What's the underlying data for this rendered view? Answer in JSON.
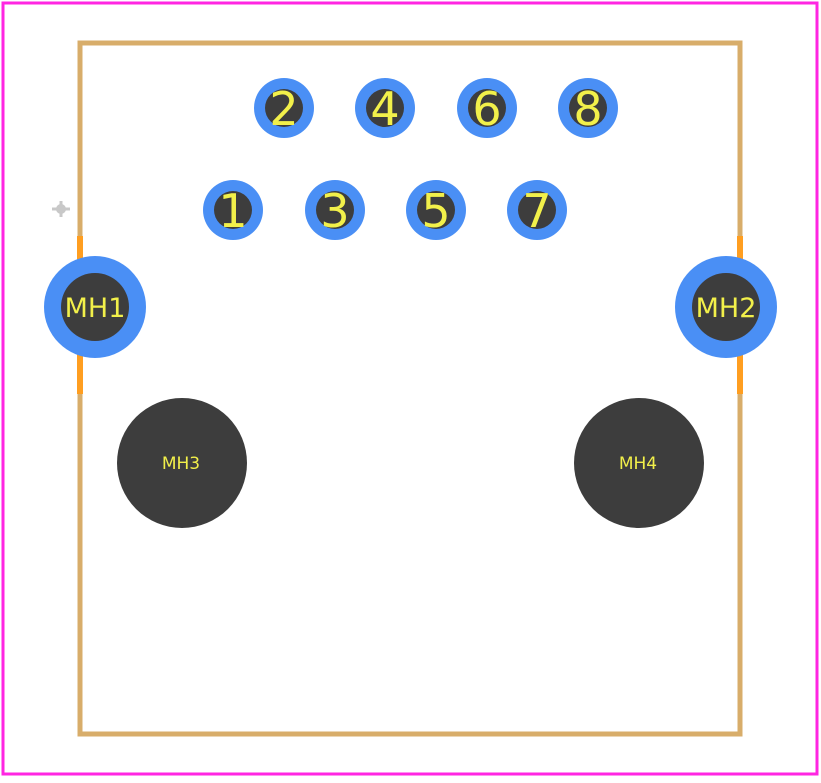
{
  "colors": {
    "background": "#ffffff",
    "board_outline": "#ff26e2",
    "silkscreen_body": "#d8ad6a",
    "silkscreen_accent": "#ff9e20",
    "pad_copper": "#4a8ff5",
    "drill_hole": "#3d3d3d",
    "pad_label": "#f2f04a",
    "origin_marker": "#c8c8c8"
  },
  "icons": {
    "origin": "origin-crosshair-icon"
  },
  "pads": [
    {
      "label": "2"
    },
    {
      "label": "4"
    },
    {
      "label": "6"
    },
    {
      "label": "8"
    },
    {
      "label": "1"
    },
    {
      "label": "3"
    },
    {
      "label": "5"
    },
    {
      "label": "7"
    }
  ],
  "mounting_pads": [
    {
      "label": "MH1"
    },
    {
      "label": "MH2"
    }
  ],
  "npth_holes": [
    {
      "label": "MH3"
    },
    {
      "label": "MH4"
    }
  ]
}
